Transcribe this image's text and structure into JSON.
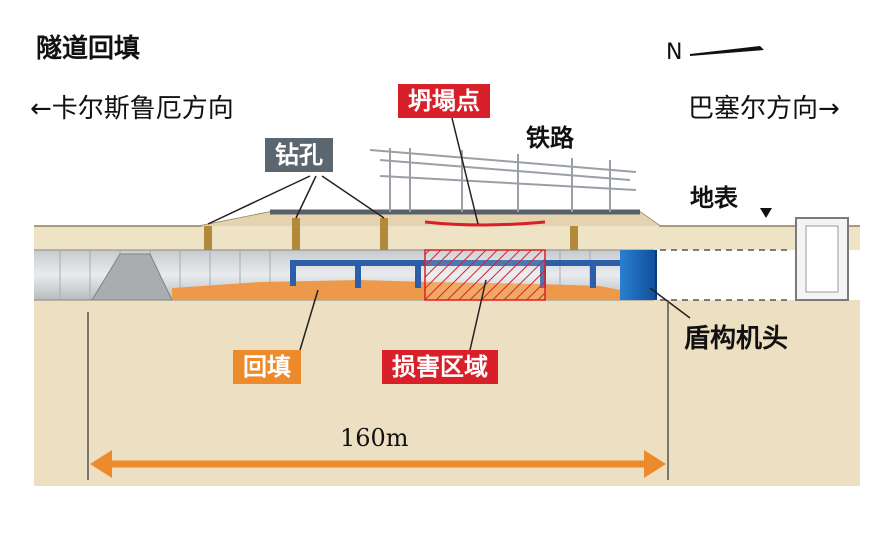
{
  "title": "隧道回填",
  "direction_left": "←卡尔斯鲁厄方向",
  "direction_right": "巴塞尔方向→",
  "north_label": "N",
  "labels": {
    "drill_holes": "钻孔",
    "collapse_point": "坍塌点",
    "railway": "铁路",
    "ground_surface": "地表",
    "shield_head": "盾构机头",
    "backfill": "回填",
    "damage_zone": "损害区域",
    "length": "160m"
  },
  "colors": {
    "backfill": "#ec8a2c",
    "damage": "#d8202a",
    "shield": "#1f6fc4",
    "drill_badge": "#5a6670",
    "soil": "#e9dcc0"
  }
}
